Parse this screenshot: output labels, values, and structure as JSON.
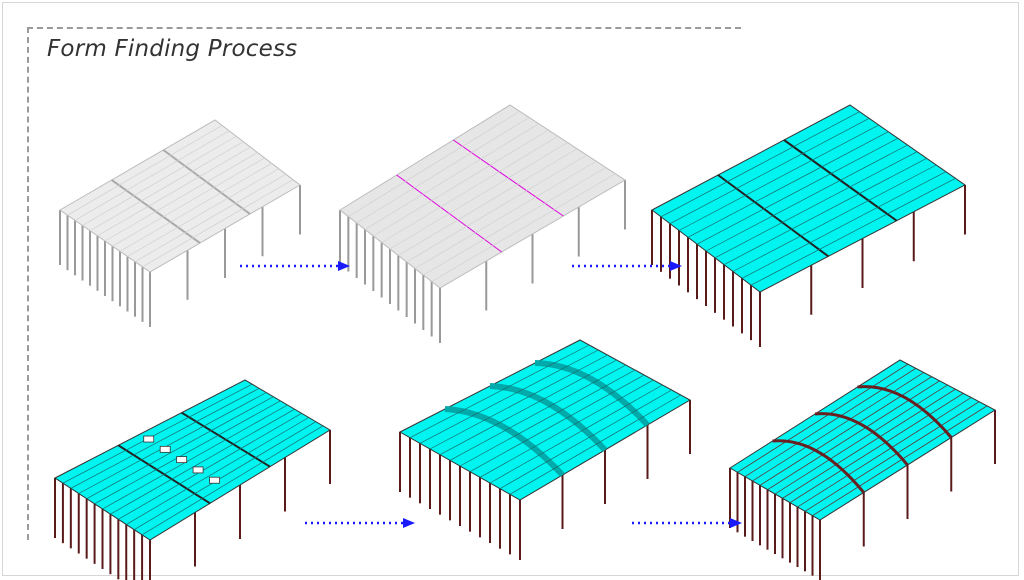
{
  "title": "Form Finding Process",
  "colors": {
    "arrow": "#1a1aff",
    "surface": "#00f5f0",
    "column": "#5a1a1a",
    "magenta": "#e000e0"
  },
  "steps": [
    {
      "name": "base-model",
      "style": "plain"
    },
    {
      "name": "boundary-definition",
      "style": "magenta"
    },
    {
      "name": "surface-mesh",
      "style": "cyan"
    },
    {
      "name": "openings",
      "style": "cyan-open"
    },
    {
      "name": "form-found-shell",
      "style": "cyan-vault"
    },
    {
      "name": "mesh-analysis",
      "style": "cyan-mesh"
    }
  ]
}
